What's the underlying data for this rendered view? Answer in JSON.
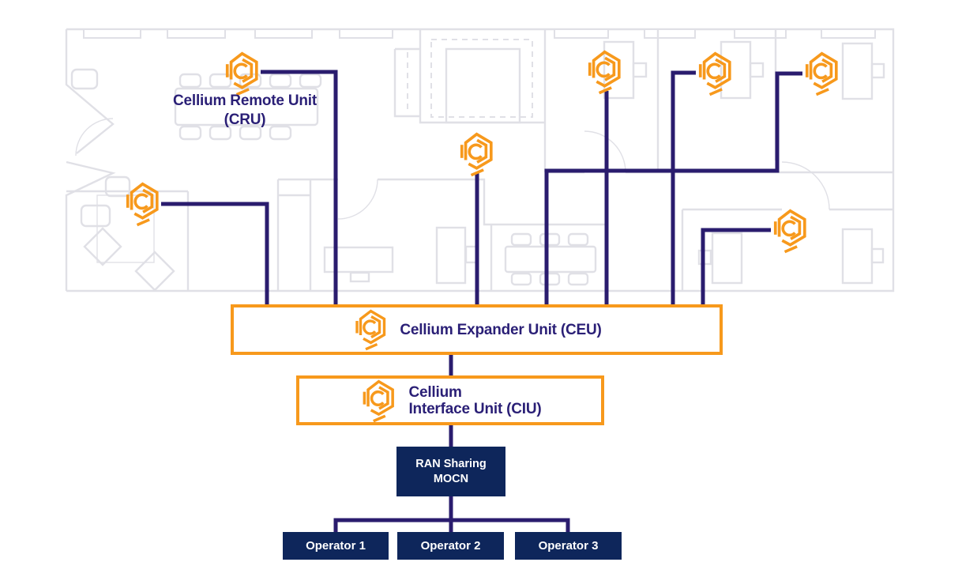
{
  "palette": {
    "accent_orange": "#F7991C",
    "cable_purple": "#2A1C6E",
    "box_navy": "#0E265B",
    "text_indigo": "#2A1F76",
    "floorplan_gray": "#E0E0E6",
    "background": "#FFFFFF"
  },
  "floor_plan": {
    "remote_unit_icon_count": 7,
    "icon_name": "cellium-hexagon-logo"
  },
  "labels": {
    "cru_line1": "Cellium Remote Unit",
    "cru_line2": "(CRU)",
    "ceu": "Cellium Expander Unit (CEU)",
    "ciu_line1": "Cellium",
    "ciu_line2": "Interface Unit (CIU)",
    "ran_line1": "RAN Sharing",
    "ran_line2": "MOCN",
    "operators": [
      "Operator 1",
      "Operator 2",
      "Operator 3"
    ]
  }
}
